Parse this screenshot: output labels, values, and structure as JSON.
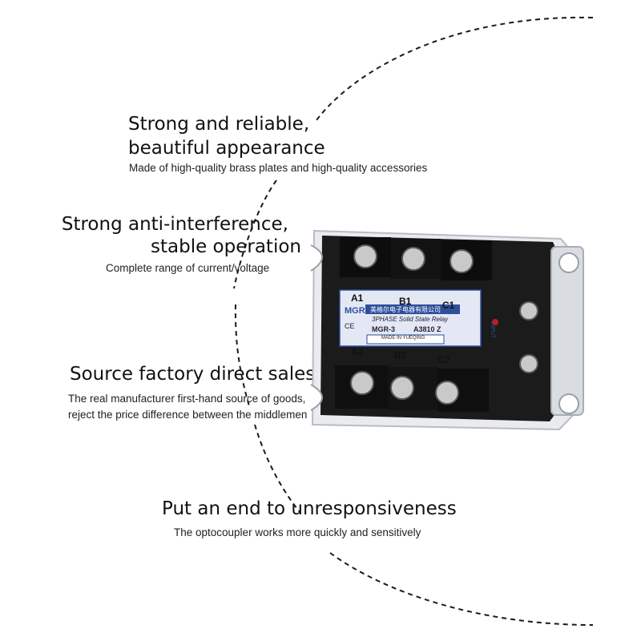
{
  "features": [
    {
      "title_lines": [
        "Strong and reliable,",
        "beautiful appearance"
      ],
      "subtitle": "Made of high-quality brass plates and high-quality accessories"
    },
    {
      "title_lines": [
        "Strong anti-interference,",
        "stable operation"
      ],
      "subtitle": "Complete range of current/voltage"
    },
    {
      "title_lines": [
        "Source factory direct sales"
      ],
      "subtitle_lines": [
        "The real manufacturer first-hand source of goods,",
        "reject the price difference between the middlemen"
      ]
    },
    {
      "title_lines": [
        "Put an end to unresponsiveness"
      ],
      "subtitle": "The optocoupler works more quickly and sensitively"
    }
  ],
  "relay": {
    "terminals_top": [
      "A1",
      "B1",
      "C1"
    ],
    "terminals_bottom": [
      "A2",
      "B2",
      "C2"
    ],
    "brand": "MGR",
    "brand_cn": "美格尔电子电器有限公司",
    "phase_text": "3PHASE  Solid  State  Relay",
    "model": "MGR-3",
    "part_number": "A3810  Z",
    "made_in": "MADE IN YUEQING",
    "ce_mark": "CE",
    "input_label": "INPUT"
  },
  "colors": {
    "background": "#ffffff",
    "text": "#111111",
    "dash_line": "#1a1a1a",
    "label_panel": "#e4e8f4",
    "label_accent": "#2e4f9c",
    "body_dark": "#1b1b1b"
  }
}
